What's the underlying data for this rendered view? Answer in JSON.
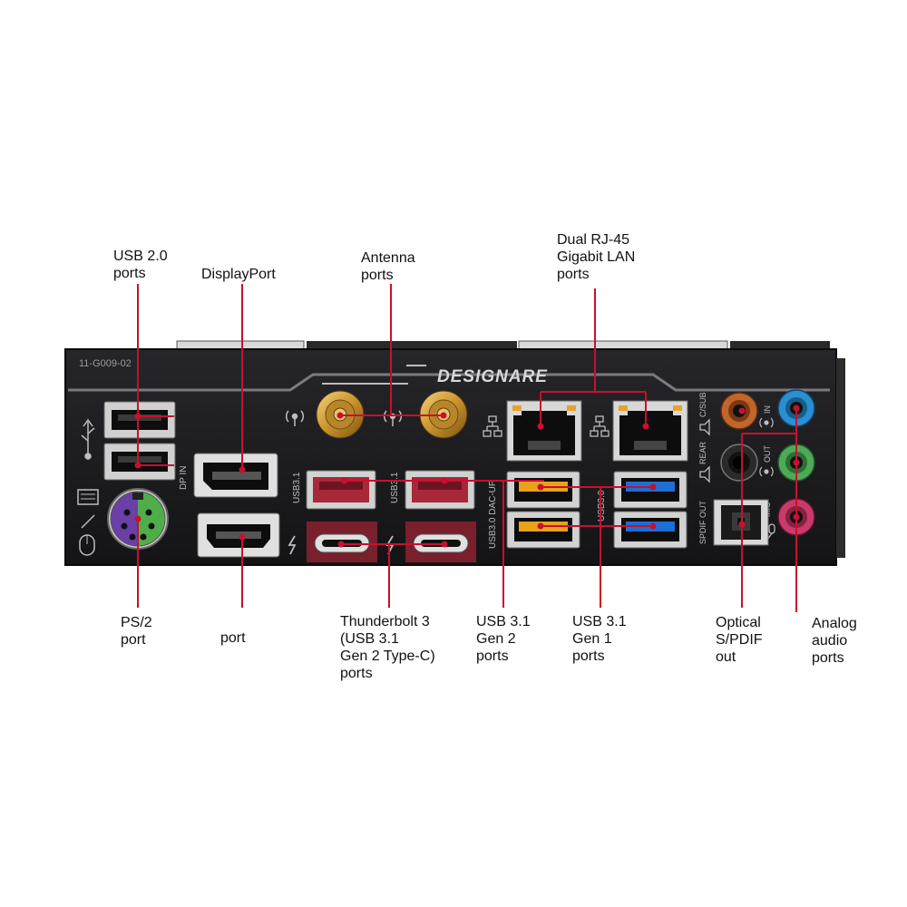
{
  "panel": {
    "part_number": "11-G009-02",
    "brand": "DESIGNARE",
    "port_markings": {
      "dp_in": "DP IN",
      "usb31_a": "USB3.1",
      "usb31_b": "USB3.1",
      "usb30_dac_up": "USB3.0 DAC-UP",
      "usb30": "USB3.0",
      "csub": "C/SUB",
      "rear": "REAR",
      "spdif_out": "SPDIF OUT",
      "in": "IN",
      "out": "OUT",
      "mic": "MIC"
    }
  },
  "colors": {
    "leader_line": "#c8102e",
    "panel": "#1a1a1c",
    "audio_orange": "#c2652a",
    "audio_blue": "#2a8fd0",
    "audio_green": "#4faa58",
    "audio_pink": "#c93a6b",
    "usb_red": "#a8283a",
    "usb_yellow": "#e8a21c",
    "usb_blue": "#1c6fd4"
  },
  "callouts": {
    "usb20": "USB 2.0\nports",
    "displayport": "DisplayPort",
    "antenna": "Antenna\nports",
    "rj45": "Dual RJ-45\nGigabit LAN\nports",
    "ps2": "PS/2\nport",
    "hdmi": "port",
    "thunderbolt": "Thunderbolt 3\n(USB 3.1\nGen 2 Type-C)\nports",
    "usb31gen2": "USB 3.1\nGen 2\nports",
    "usb31gen1": "USB 3.1\nGen 1\nports",
    "optical": "Optical\nS/PDIF\nout",
    "analog": "Analog\naudio\nports"
  }
}
